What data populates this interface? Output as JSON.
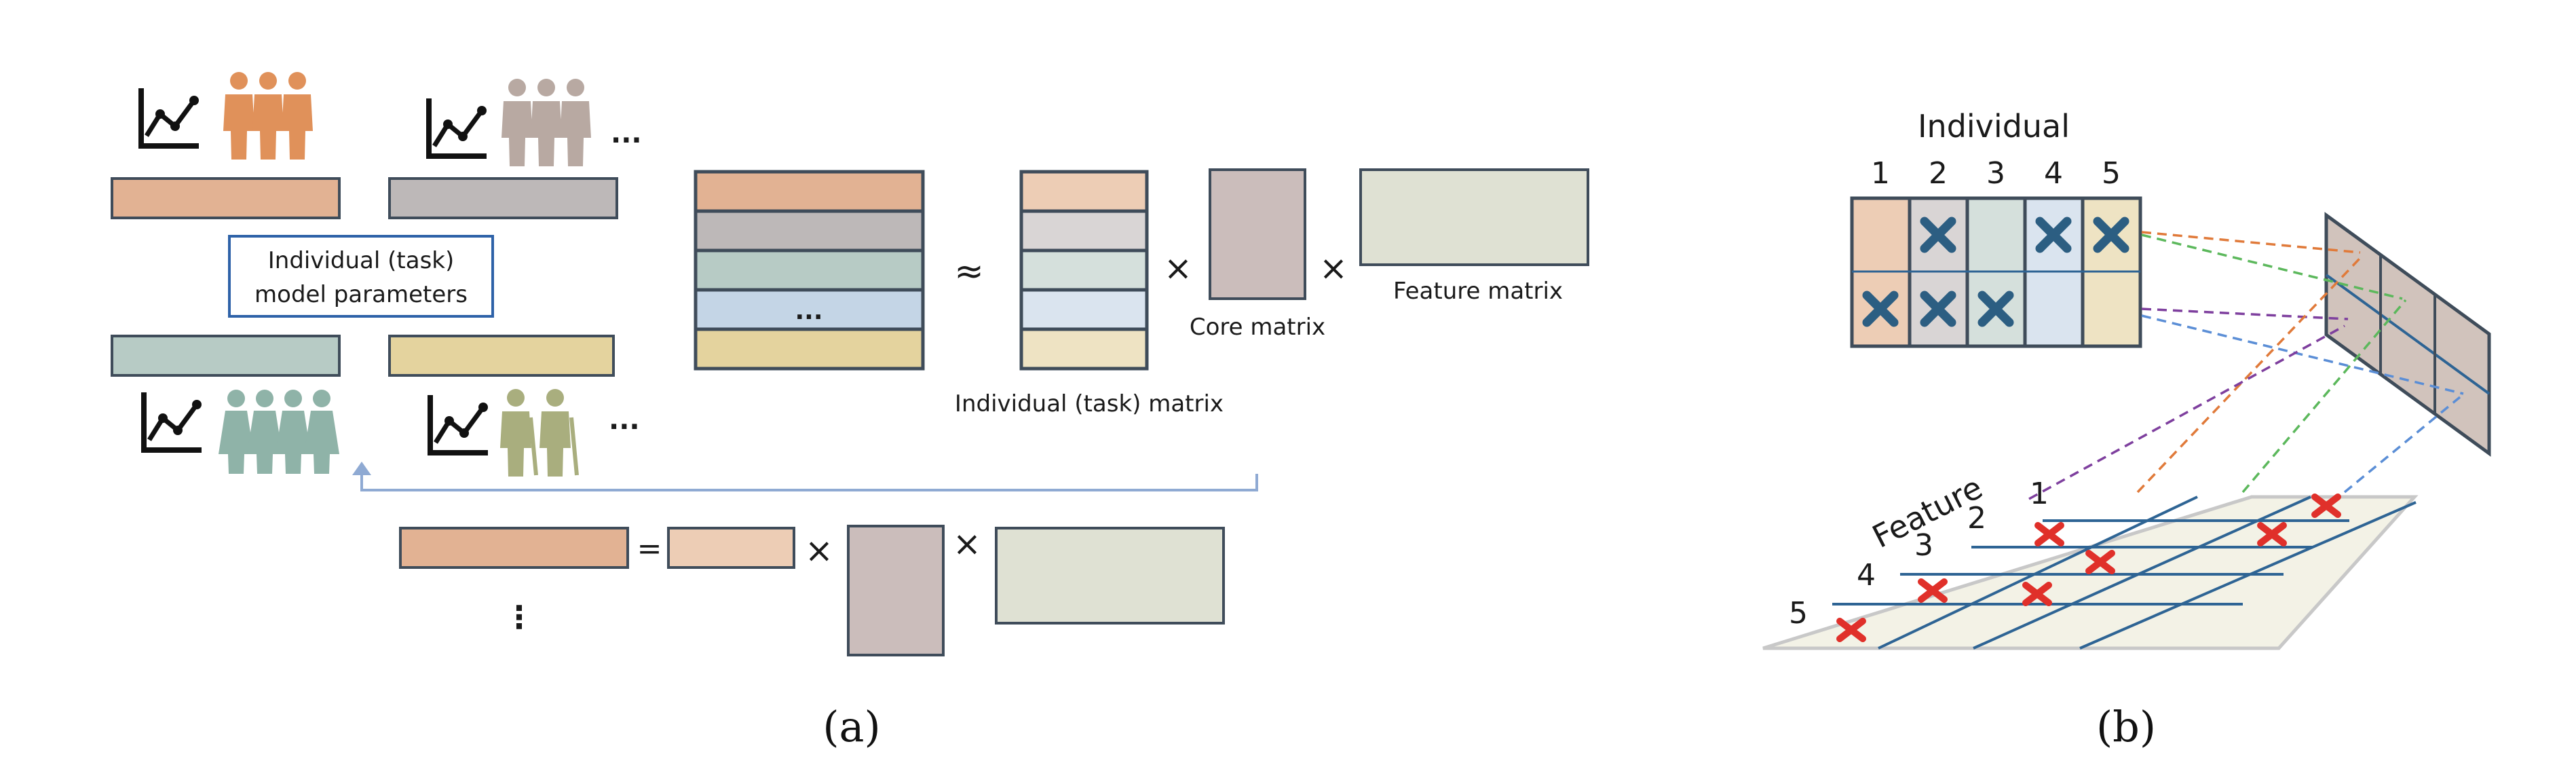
{
  "panel_a": {
    "caption": "(a)",
    "legend_box_line1": "Individual (task)",
    "legend_box_line2": "model parameters",
    "ellipsis": "...",
    "dots_label": "...",
    "vertical_dots": "⋮",
    "approx_symbol": "≈",
    "times_symbol": "×",
    "equals_symbol": "=",
    "core_matrix_label": "Core matrix",
    "feature_matrix_label": "Feature matrix",
    "individual_matrix_label": "Individual (task) matrix"
  },
  "panel_b": {
    "caption": "(b)",
    "individual_title": "Individual",
    "individual_numbers": [
      "1",
      "2",
      "3",
      "4",
      "5"
    ],
    "feature_title": "Feature",
    "feature_numbers": [
      "1",
      "2",
      "3",
      "4",
      "5"
    ]
  },
  "colors": {
    "orange": "#E2B293",
    "gray": "#BDB8B8",
    "teal": "#B7CBC5",
    "blue": "#C4D5E6",
    "yellow": "#E4D39E",
    "core": "#CBBDBB",
    "feature": "#DFE1D3",
    "frame": "#3F4C5A",
    "highlight": "#2E62A8",
    "cross_blue": "#2C5E82",
    "cross_red": "#E0302A"
  }
}
